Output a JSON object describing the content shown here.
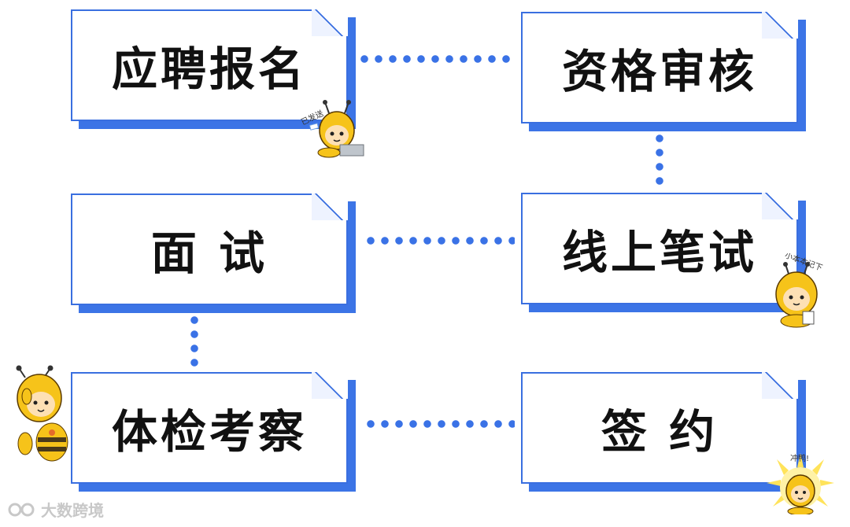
{
  "steps": [
    {
      "label": "应聘报名"
    },
    {
      "label": "资格审核"
    },
    {
      "label": "面 试"
    },
    {
      "label": "线上笔试"
    },
    {
      "label": "体检考察"
    },
    {
      "label": "签 约"
    }
  ],
  "stickers": {
    "sent": "已发送",
    "note": "小本本记下",
    "cheer": "冲鸭!"
  },
  "watermark": "大数跨境",
  "colors": {
    "accent": "#3a6fe0",
    "bee_yellow": "#f6c31a"
  }
}
